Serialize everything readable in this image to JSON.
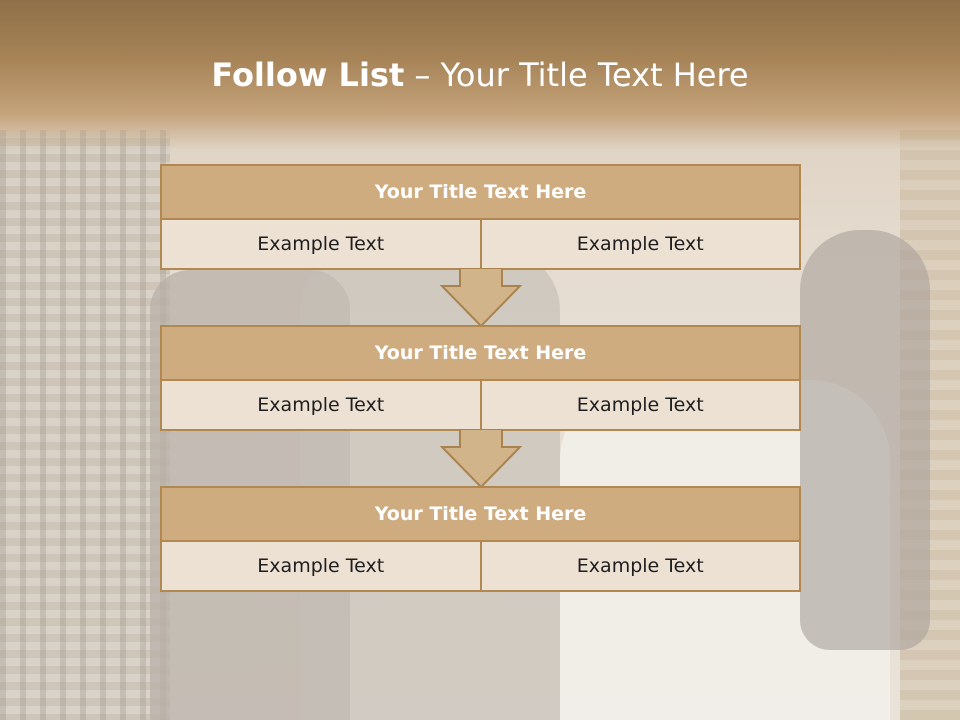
{
  "slide": {
    "title_bold": "Follow List",
    "title_rest": " – Your Title Text Here"
  },
  "steps": [
    {
      "title": "Your Title Text Here",
      "left": "Example Text",
      "right": "Example Text"
    },
    {
      "title": "Your Title Text Here",
      "left": "Example Text",
      "right": "Example Text"
    },
    {
      "title": "Your Title Text Here",
      "left": "Example Text",
      "right": "Example Text"
    }
  ],
  "colors": {
    "header_fill": "#cfac80",
    "border": "#b08850",
    "cell_fill": "#ede1d4",
    "arrow_fill": "#d2b48a"
  }
}
